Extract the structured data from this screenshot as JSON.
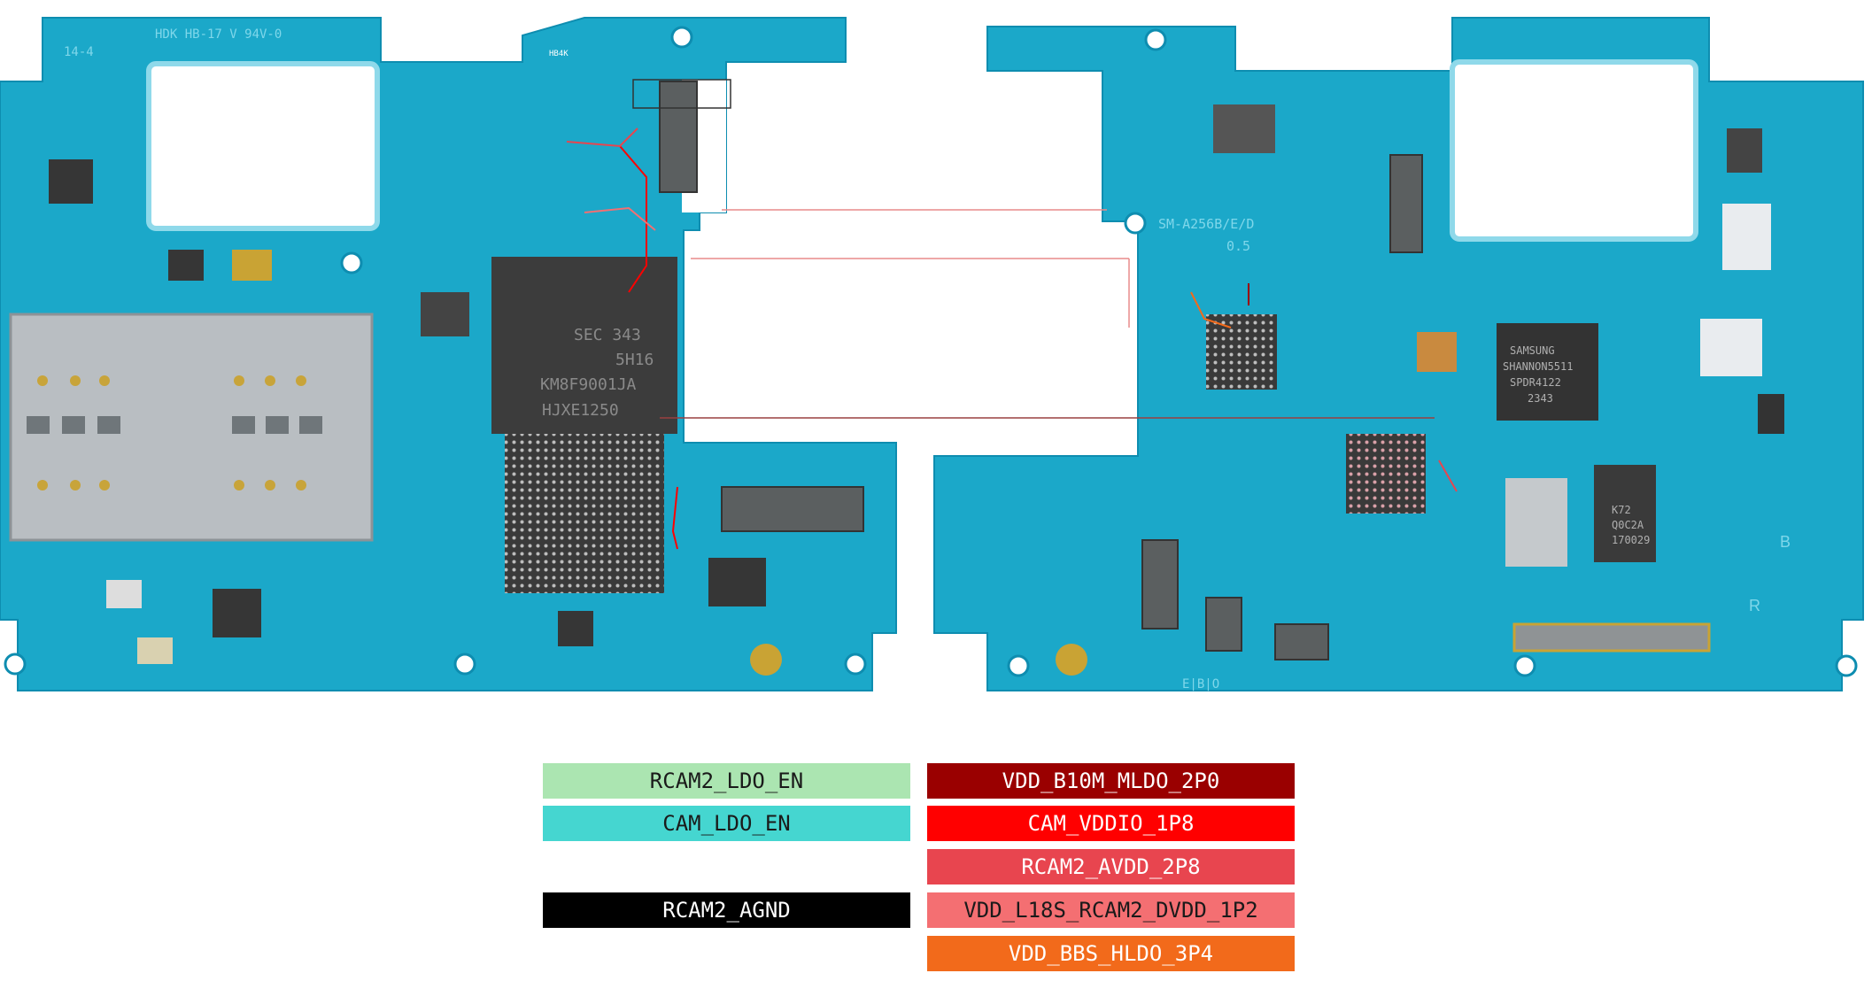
{
  "board_left": {
    "silkscreen": "HDK  HB-17  V  94V-0",
    "rev_label": "14-4",
    "chip_label": "HB4K",
    "ap_marking_line1": "SEC 343",
    "ap_marking_line2": "5H16",
    "ap_marking_line3": "KM8F9001JA",
    "ap_marking_line4": "HJXE1250"
  },
  "board_right": {
    "model_label": "SM-A256B/E/D",
    "rev_label": "0.5",
    "modem_line1": "SAMSUNG",
    "modem_line2": "SHANNON5511",
    "modem_line3": "SPDR4122",
    "modem_line4": "2343",
    "chip2_line1": "K72",
    "chip2_line2": "Q0C2A",
    "chip2_line3": "170029",
    "footer_label": "E|B|O",
    "marker_b": "B",
    "marker_r": "R"
  },
  "legend": [
    {
      "label": "RCAM2_LDO_EN",
      "color": "#abe5b1",
      "text_dark": true
    },
    {
      "label": "CAM_LDO_EN",
      "color": "#45d6d0",
      "text_dark": true
    },
    {
      "label": "RCAM2_AGND",
      "color": "#000000",
      "text_dark": false
    },
    {
      "label": "VDD_B10M_MLDO_2P0",
      "color": "#9a0000",
      "text_dark": false
    },
    {
      "label": "CAM_VDDIO_1P8",
      "color": "#ff0000",
      "text_dark": false
    },
    {
      "label": "RCAM2_AVDD_2P8",
      "color": "#e8454f",
      "text_dark": false
    },
    {
      "label": "VDD_L18S_RCAM2_DVDD_1P2",
      "color": "#f46f72",
      "text_dark": true
    },
    {
      "label": "VDD_BBS_HLDO_3P4",
      "color": "#f26a1b",
      "text_dark": false
    }
  ]
}
